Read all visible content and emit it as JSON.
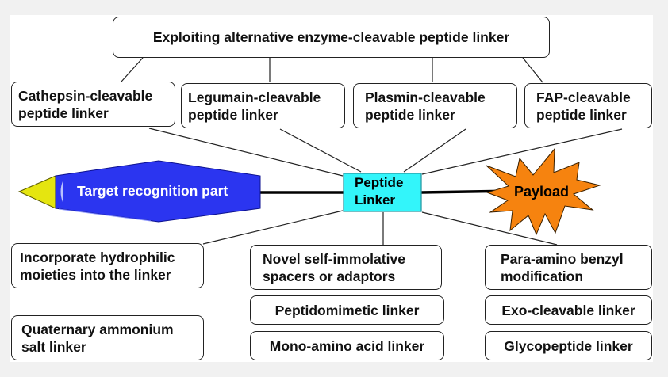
{
  "title_box": "Exploiting alternative enzyme-cleavable peptide linker",
  "enzyme_boxes": [
    {
      "line1": "Cathepsin-cleavable",
      "line2": "peptide linker"
    },
    {
      "line1": "Legumain-cleavable",
      "line2": "peptide linker"
    },
    {
      "line1": "Plasmin-cleavable",
      "line2": "peptide linker"
    },
    {
      "line1": "FAP-cleavable",
      "line2": "peptide linker"
    }
  ],
  "adc": {
    "target_label": "Target recognition part",
    "linker_line1": "Peptide",
    "linker_line2": "Linker",
    "payload_label": "Payload",
    "colors": {
      "antibody": "#2b35f0",
      "tip": "#e5e510",
      "linker": "#33f5fa",
      "payload": "#f6830f"
    }
  },
  "bottom_boxes": {
    "hydrophilic": {
      "line1": "Incorporate hydrophilic",
      "line2": "moieties into the linker"
    },
    "quaternary": {
      "line1": "Quaternary ammonium",
      "line2": "salt linker"
    },
    "self_immolative": {
      "line1": "Novel self-immolative",
      "line2": "spacers or adaptors"
    },
    "peptidomimetic": "Peptidomimetic linker",
    "mono_amino": "Mono-amino acid linker",
    "para_amino": {
      "line1": "Para-amino benzyl",
      "line2": "modification"
    },
    "exo_cleavable": "Exo-cleavable linker",
    "glycopeptide": "Glycopeptide linker"
  }
}
